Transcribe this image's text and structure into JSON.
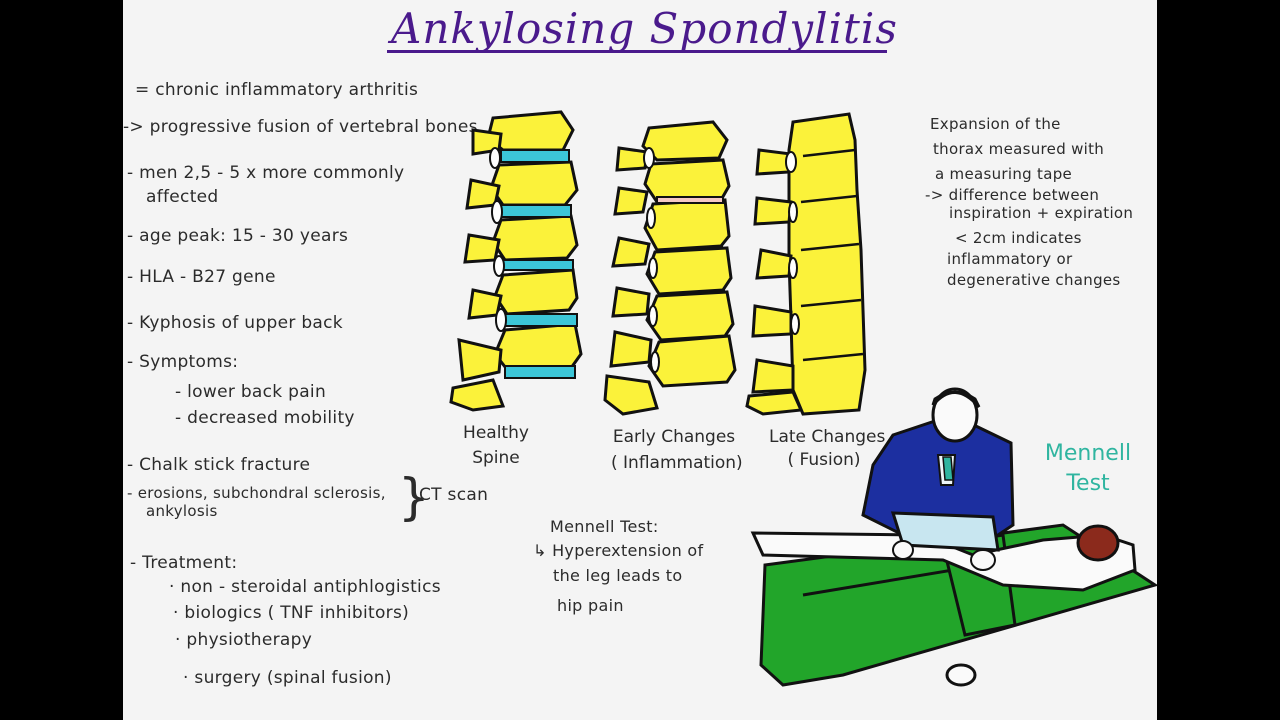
{
  "title": "Ankylosing Spondylitis",
  "left_notes": {
    "definition": "= chronic inflammatory arthritis",
    "fusion": "-> progressive fusion of vertebral bones",
    "men_1": "- men 2,5 - 5 x more commonly",
    "men_2": "affected",
    "age": "- age peak: 15 - 30 years",
    "hla": "- HLA - B27 gene",
    "kyphosis": "- Kyphosis of upper back",
    "symptoms": "- Symptoms:",
    "symptom_1": "- lower back pain",
    "symptom_2": "- decreased mobility",
    "chalk": "- Chalk stick fracture",
    "erosions_1": "- erosions, subchondral sclerosis,",
    "erosions_2": "ankylosis",
    "ct_scan": "CT scan",
    "treatment": "- Treatment:",
    "treatment_1": "· non - steroidal antiphlogistics",
    "treatment_2": "· biologics ( TNF inhibitors)",
    "treatment_3": "· physiotherapy",
    "treatment_4": "· surgery (spinal fusion)"
  },
  "spines": {
    "healthy_1": "Healthy",
    "healthy_2": "Spine",
    "early_1": "Early Changes",
    "early_2": "( Inflammation)",
    "late_1": "Late Changes",
    "late_2": "( Fusion)"
  },
  "right_notes": {
    "line_1": "Expansion of the",
    "line_2": "thorax measured with",
    "line_3": "a measuring tape",
    "line_4": "-> difference between",
    "line_5": "inspiration + expiration",
    "line_6": "< 2cm indicates",
    "line_7": "inflammatory or",
    "line_8": "degenerative changes"
  },
  "mennell_note": {
    "line_1": "Mennell Test:",
    "line_2": "↳ Hyperextension of",
    "line_3": "the leg leads to",
    "line_4": "hip pain"
  },
  "mennell_label": {
    "line_1": "Mennell",
    "line_2": "Test"
  },
  "colors": {
    "title": "#4a1a8c",
    "bone": "#fbf23a",
    "disc_healthy": "#3cc6d8",
    "table": "#22a52a",
    "suit": "#1c2fa0",
    "mennell": "#2fb5a0"
  }
}
